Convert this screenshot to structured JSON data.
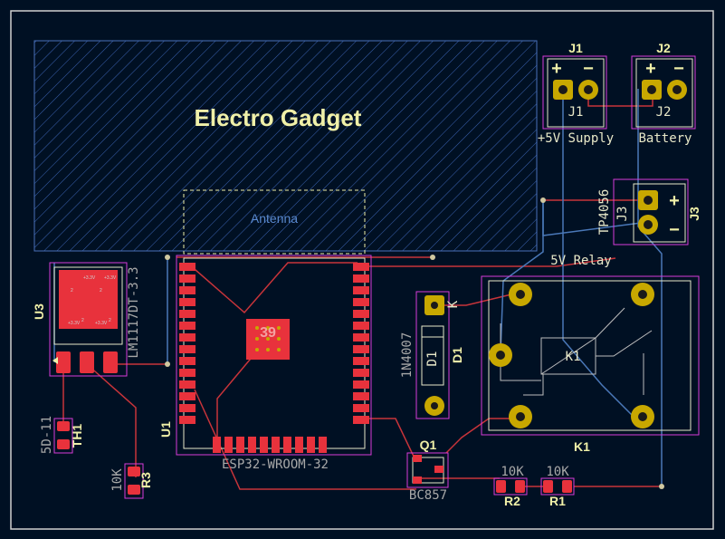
{
  "board": {
    "title": "Electro Gadget",
    "antenna_label": "Antenna"
  },
  "components": {
    "J1": {
      "ref": "J1",
      "fab_ref": "J1",
      "value": "+5V Supply",
      "plus": "+",
      "minus": "−"
    },
    "J2": {
      "ref": "J2",
      "fab_ref": "J2",
      "value": "Battery",
      "plus": "+",
      "minus": "−"
    },
    "J3": {
      "ref": "J3",
      "fab_ref": "J3",
      "value": "TP4056",
      "plus": "+",
      "minus": "−"
    },
    "U1": {
      "ref": "U1",
      "value": "ESP32-WROOM-32",
      "pad_label": "39"
    },
    "U3": {
      "ref": "U3",
      "value": "LM1117DT-3.3",
      "chip_texts": [
        "2",
        "+3.3V",
        "2",
        "+3.3V",
        "+3.3V",
        "2",
        "+3.3V",
        "2"
      ]
    },
    "D1": {
      "ref": "D1",
      "fab_ref": "D1",
      "value": "1N4007",
      "k_label": "K"
    },
    "K1": {
      "ref": "K1",
      "fab_ref": "K1",
      "value": "5V Relay"
    },
    "Q1": {
      "ref": "Q1",
      "value": "BC857"
    },
    "R1": {
      "ref": "R1",
      "value": "10K"
    },
    "R2": {
      "ref": "R2",
      "value": "10K"
    },
    "R3": {
      "ref": "R3",
      "value": "10K"
    },
    "TH1": {
      "ref": "TH1",
      "value": "5D-11"
    }
  },
  "colors": {
    "background": "#001023",
    "copper_front": "#c8343a",
    "copper_back": "#4a78b8",
    "pad": "#c8a800",
    "silkscreen": "#f0f0a8",
    "courtyard": "#d93bd9",
    "keepout_zone": "#3c64b4"
  }
}
